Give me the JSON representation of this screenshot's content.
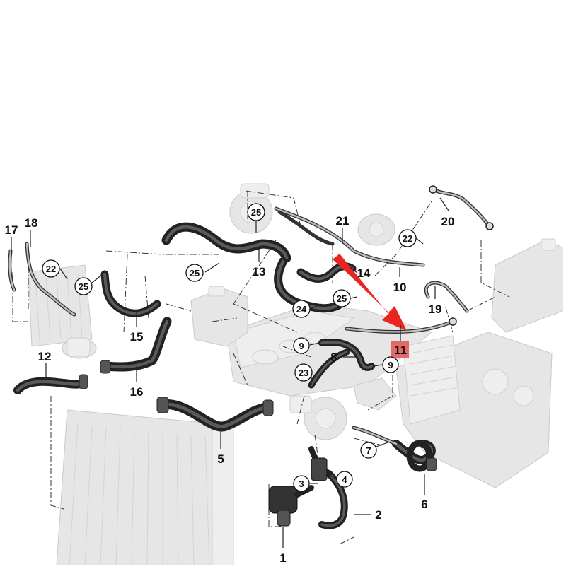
{
  "colors": {
    "arrow": "#e8261f",
    "highlight_box": "#e46a6a",
    "hose": "#3a3a3a",
    "ghost_parts": "#e6e6e6"
  },
  "labels": {
    "p1": "1",
    "p2": "2",
    "p5": "5",
    "p6": "6",
    "p8": "8",
    "p10": "10",
    "p11": "11",
    "p12": "12",
    "p13": "13",
    "p14": "14",
    "p15": "15",
    "p16": "16",
    "p17": "17",
    "p18": "18",
    "p19": "19",
    "p20": "20",
    "p21": "21"
  },
  "circled_labels": {
    "c3": "3",
    "c4": "4",
    "c7": "7",
    "c9a": "9",
    "c9b": "9",
    "c22a": "22",
    "c22b": "22",
    "c23": "23",
    "c24": "24",
    "c25a": "25",
    "c25b": "25",
    "c25c": "25",
    "c25d": "25"
  },
  "highlighted_part": "11"
}
